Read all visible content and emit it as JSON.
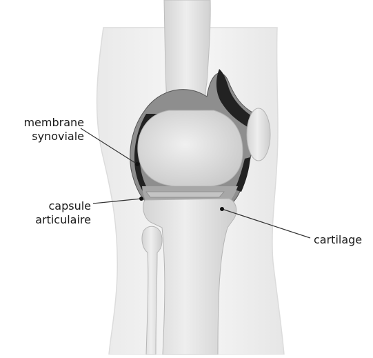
{
  "labels": {
    "membrane_line1": "membrane",
    "membrane_line2": "synoviale",
    "capsule_line1": "capsule",
    "capsule_line2": "articulaire",
    "cartilage": "cartilage"
  },
  "colors": {
    "background": "#ffffff",
    "leg_outline": "#d9d9d9",
    "leg_fill": "#f3f3f3",
    "bone_fill": "#e6e6e6",
    "bone_shadow": "#cfcfcf",
    "capsule_dark": "#2b2b2b",
    "capsule_gray": "#9a9a9a",
    "cartilage_fill": "#bdbdbd",
    "leader_line": "#333333",
    "text": "#1a1a1a"
  }
}
